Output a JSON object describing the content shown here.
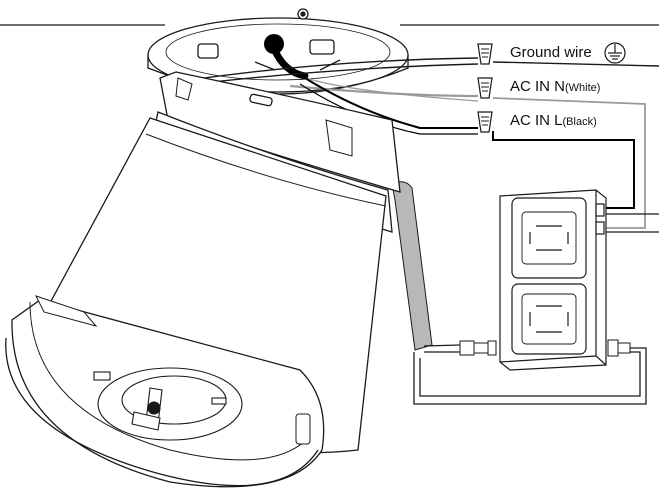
{
  "labels": {
    "ground": {
      "text": "Ground wire"
    },
    "neutral": {
      "text": "AC IN N",
      "suffix": "(White)"
    },
    "live": {
      "text": "AC IN L",
      "suffix": "(Black)"
    }
  },
  "icons": {
    "ground_symbol": "ground-icon",
    "wire_nut": "wire-nut-icon",
    "driver": "led-driver-icon",
    "connector": "connector-icon"
  },
  "colors": {
    "line": "#1a1a1a",
    "neutral_wire": "#9a9a9a",
    "conduit": "#b8b8b8",
    "black_wire": "#000000"
  }
}
